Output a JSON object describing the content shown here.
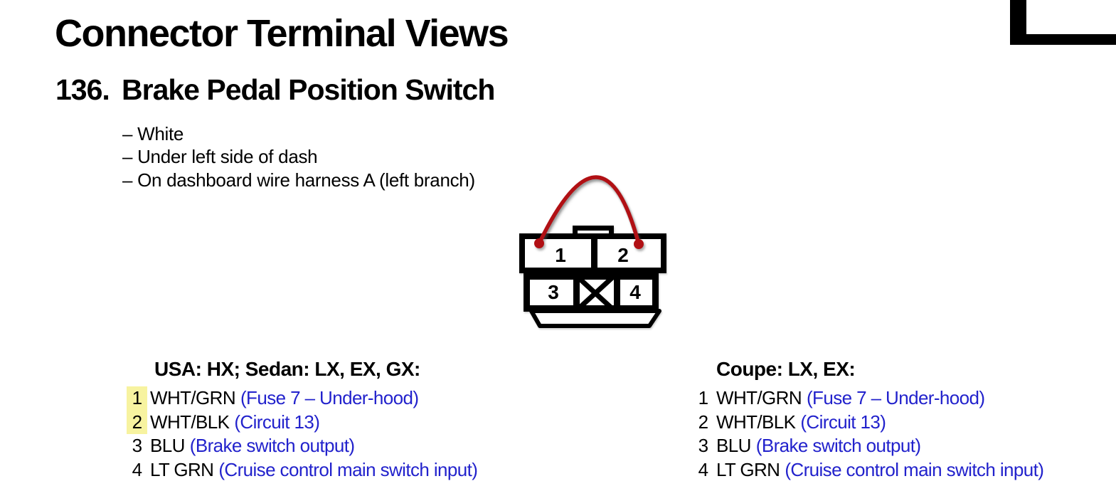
{
  "page": {
    "title": "Connector Terminal Views",
    "section_number": "136.",
    "section_title": "Brake Pedal Position Switch",
    "notes": [
      "– White",
      "– Under left side of dash",
      "– On dashboard wire harness A (left branch)"
    ]
  },
  "connector": {
    "description": "4-terminal connector front view; red jumper wire bridges terminals 1 and 2; cavity between 3 and 4 is blocked (X)",
    "terminals": {
      "t1": "1",
      "t2": "2",
      "t3": "3",
      "t4": "4"
    }
  },
  "pinouts": {
    "left": {
      "header": "USA: HX; Sedan: LX, EX, GX:",
      "rows": [
        {
          "pin": "1",
          "wire": "WHT/GRN",
          "circuit": "(Fuse 7 – Under-hood)",
          "highlighted": true
        },
        {
          "pin": "2",
          "wire": "WHT/BLK",
          "circuit": "(Circuit 13)",
          "highlighted": true
        },
        {
          "pin": "3",
          "wire": "BLU",
          "circuit": "(Brake switch output)",
          "highlighted": false
        },
        {
          "pin": "4",
          "wire": "LT GRN",
          "circuit": "(Cruise control main switch input)",
          "highlighted": false
        }
      ]
    },
    "right": {
      "header": "Coupe: LX, EX:",
      "rows": [
        {
          "pin": "1",
          "wire": "WHT/GRN",
          "circuit": "(Fuse 7 – Under-hood)",
          "highlighted": false
        },
        {
          "pin": "2",
          "wire": "WHT/BLK",
          "circuit": "(Circuit 13)",
          "highlighted": false
        },
        {
          "pin": "3",
          "wire": "BLU",
          "circuit": "(Brake switch output)",
          "highlighted": false
        },
        {
          "pin": "4",
          "wire": "LT GRN",
          "circuit": "(Cruise control main switch input)",
          "highlighted": false
        }
      ]
    }
  },
  "colors": {
    "circuit_blue": "#2222cc",
    "highlight_yellow": "#f7f3a0",
    "wire_red": "#b11014",
    "text_black": "#000000"
  }
}
